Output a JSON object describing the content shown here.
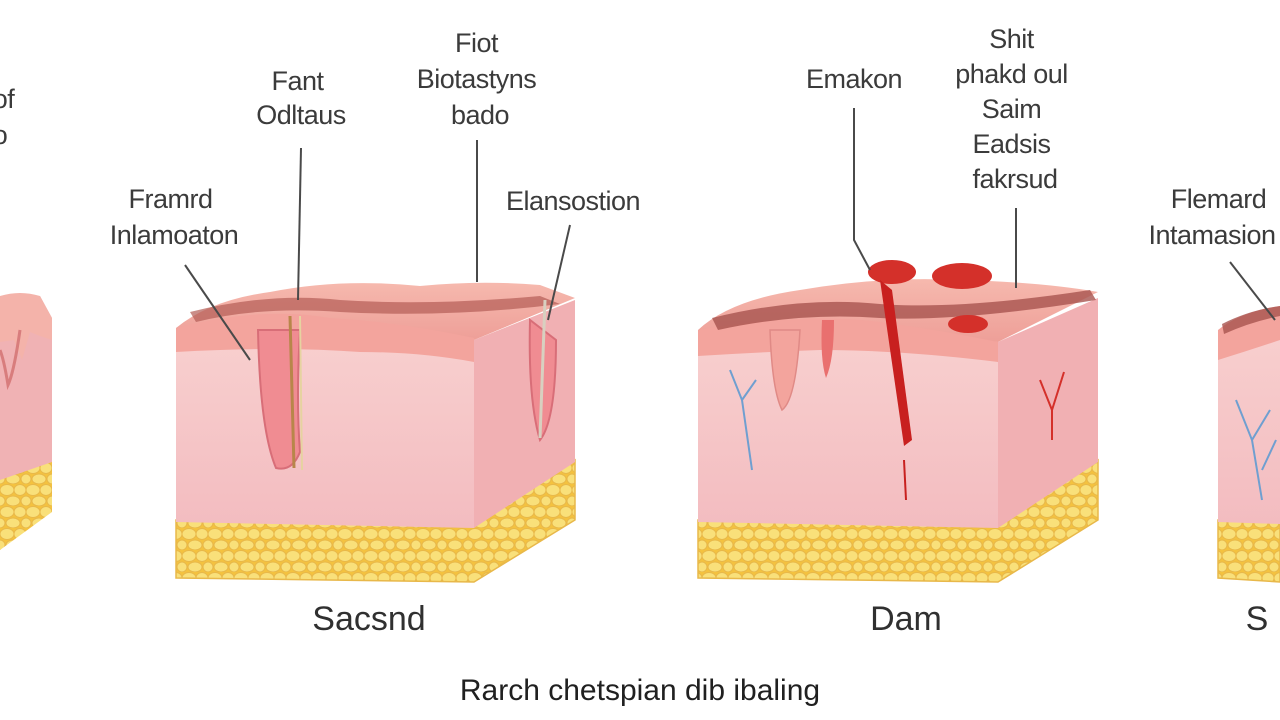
{
  "colors": {
    "epidermis_top": "#f2a9a2",
    "dermis": "#f5c4c4",
    "dermis_side": "#f0b2b4",
    "dark_band": "#a8544f",
    "fat": "#f7d865",
    "fat_outline": "#e8b84a",
    "blood": "#c8201f",
    "vessel": "#6f9fd0",
    "label_text": "#3b3b3b"
  },
  "panels": [
    {
      "caption": "",
      "labels": [
        {
          "lines": [
            "t of",
            "o"
          ]
        }
      ]
    },
    {
      "caption": "Sacsnd",
      "labels": [
        {
          "lines": [
            "Fant",
            "Odltaus"
          ]
        },
        {
          "lines": [
            "Fiot",
            "Biotastyns",
            "bado"
          ]
        },
        {
          "lines": [
            "Framrd",
            "Inlamoaton"
          ]
        },
        {
          "lines": [
            "Elansostion"
          ]
        }
      ]
    },
    {
      "caption": "Dam",
      "labels": [
        {
          "lines": [
            "Emakon"
          ]
        },
        {
          "lines": [
            "Shit",
            "phakd oul",
            "Saim",
            "Eadsis",
            "fakrsud"
          ]
        }
      ]
    },
    {
      "caption": "S",
      "labels": [
        {
          "lines": [
            "Flemard",
            "Intamasion"
          ]
        }
      ]
    }
  ],
  "footer": "Rarch chetspian dib ibaling"
}
